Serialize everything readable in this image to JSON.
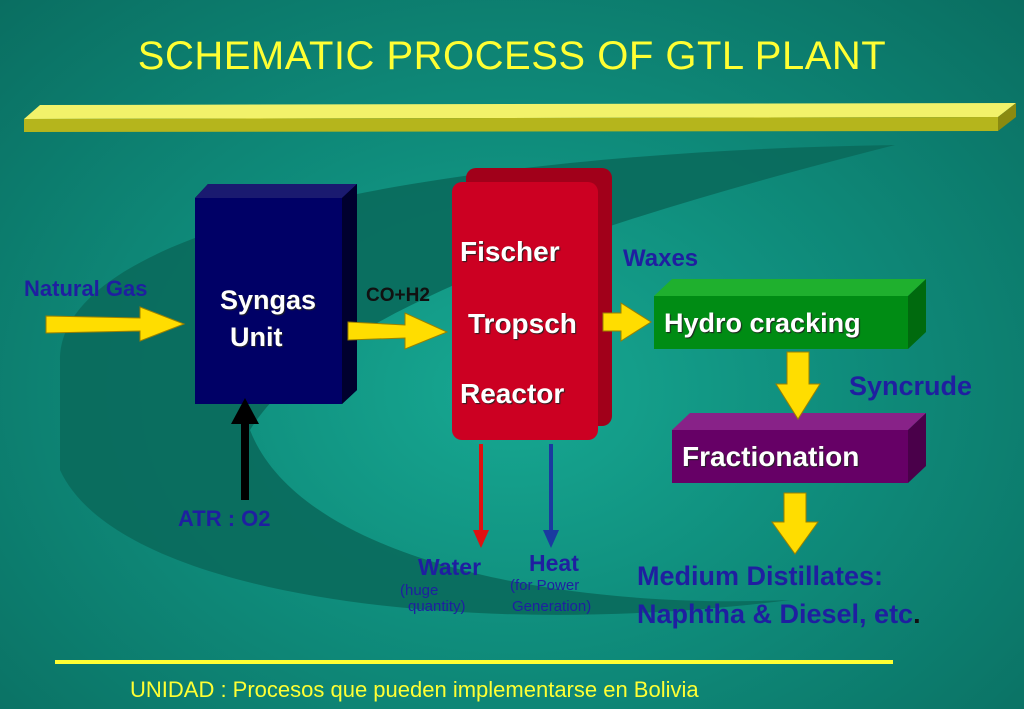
{
  "title": "SCHEMATIC PROCESS OF GTL PLANT",
  "inputs": {
    "natural_gas": "Natural Gas",
    "atr_o2": "ATR : O2",
    "co_h2": "CO+H2"
  },
  "syngas_unit": {
    "line1": "Syngas",
    "line2": "Unit"
  },
  "ft_reactor": {
    "line1": "Fischer",
    "line2": "Tropsch",
    "line3": "Reactor"
  },
  "waxes": "Waxes",
  "hydrocracking": "Hydro cracking",
  "syncrude": "Syncrude",
  "fractionation": "Fractionation",
  "water": {
    "label": "Water",
    "note_line1": "(huge",
    "note_line2": "quantity)"
  },
  "heat": {
    "label": "Heat",
    "note_line1": "(for Power",
    "note_line2": "Generation)"
  },
  "products": {
    "line1": "Medium Distillates:",
    "line2": "Naphtha & Diesel, etc",
    "period": "."
  },
  "footer": "UNIDAD : Procesos que pueden implementarse en Bolivia",
  "colors": {
    "background": "#0f8d7c",
    "title": "#ffff33",
    "syngas_box": "#000066",
    "reactor_box": "#cc0022",
    "hydrocracking_box": "#008c14",
    "fractionation_box": "#660066",
    "arrow_fill": "#ffdd00",
    "navy_text": "#1f1fa0",
    "water_arrow": "#e01010",
    "heat_arrow": "#1a3aa0"
  }
}
